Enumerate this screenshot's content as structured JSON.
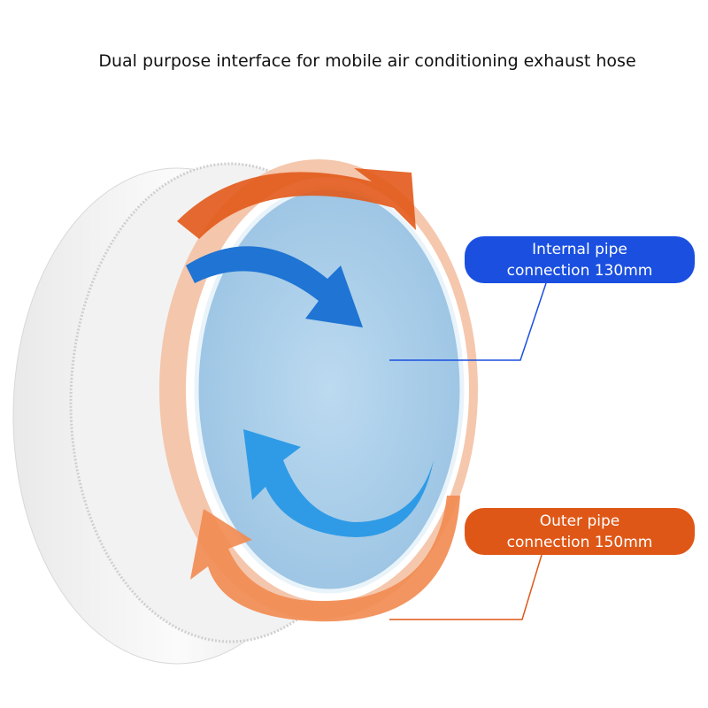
{
  "title": "Dual purpose interface for mobile air conditioning exhaust hose",
  "callouts": {
    "internal": {
      "line1": "Internal pipe",
      "line2": "connection 130mm",
      "color": "#1a4fe0"
    },
    "outer": {
      "line1": "Outer pipe",
      "line2": "connection 150mm",
      "color": "#df5717"
    }
  }
}
